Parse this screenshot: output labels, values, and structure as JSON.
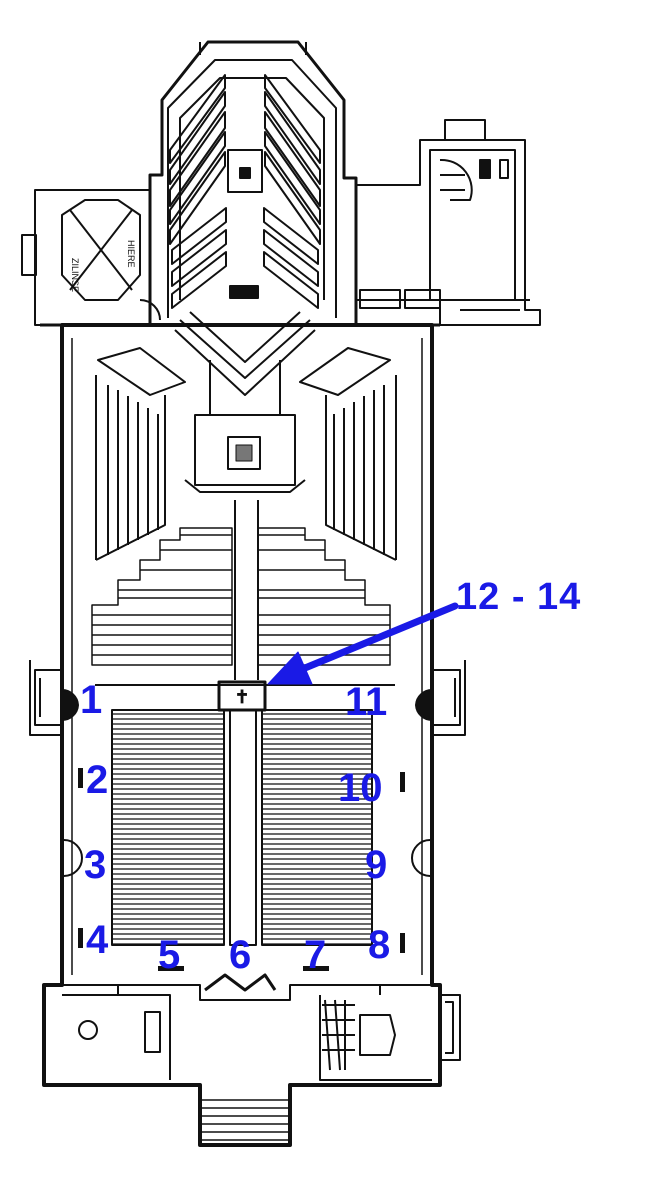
{
  "colors": {
    "ink": "#111111",
    "label": "#1a1ae6",
    "paper": "#ffffff"
  },
  "labels": {
    "l1": "1",
    "l2": "2",
    "l3": "3",
    "l4": "4",
    "l5": "5",
    "l6": "6",
    "l7": "7",
    "l8": "8",
    "l9": "9",
    "l10": "10",
    "l11": "11",
    "l12_14": "12 - 14"
  },
  "chapel_text": {
    "left": "ZILINSE",
    "right": "HIERE"
  }
}
